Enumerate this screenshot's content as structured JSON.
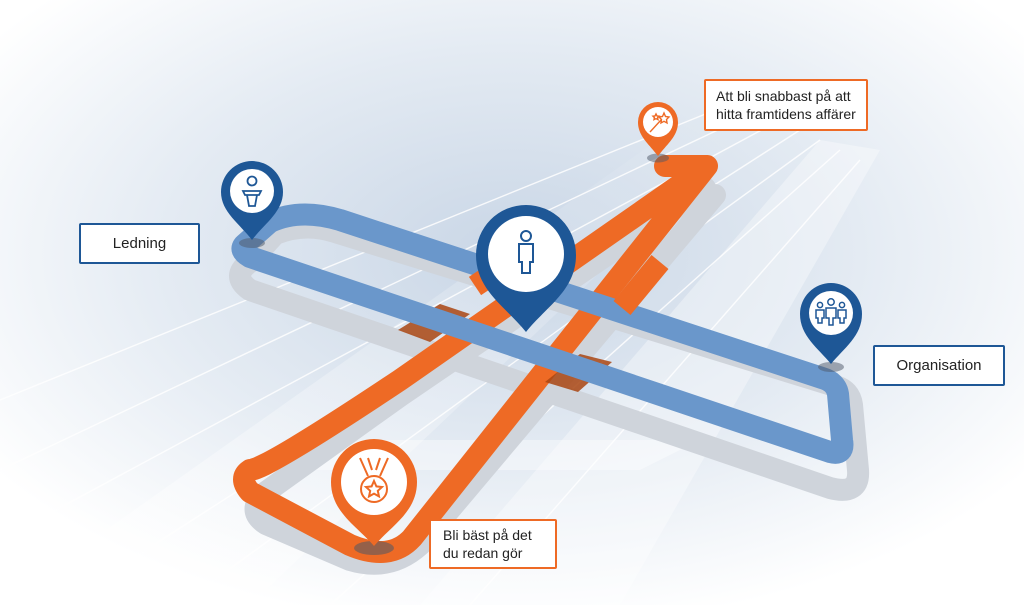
{
  "labels": {
    "ledning": "Ledning",
    "organisation": "Organisation",
    "snabbast": [
      "Att bli snabbast på att",
      "hitta framtidens affärer"
    ],
    "bast": [
      "Bli bäst på det",
      "du redan gör"
    ]
  },
  "pins": [
    {
      "id": "ledning",
      "icon": "podium-speaker-icon",
      "color": "#1e5796"
    },
    {
      "id": "center",
      "icon": "person-icon",
      "color": "#1e5796"
    },
    {
      "id": "organisation",
      "icon": "group-of-people-icon",
      "color": "#1e5796"
    },
    {
      "id": "snabbast",
      "icon": "magic-wand-stars-icon",
      "color": "#ee6a25"
    },
    {
      "id": "bast",
      "icon": "medal-star-icon",
      "color": "#ee6a25"
    }
  ],
  "colors": {
    "blue_road": "#6a97cb",
    "orange_road": "#ee6a25",
    "pin_blue": "#1e5796",
    "pin_orange": "#ee6a25",
    "shadow": "#d3d7dd"
  }
}
